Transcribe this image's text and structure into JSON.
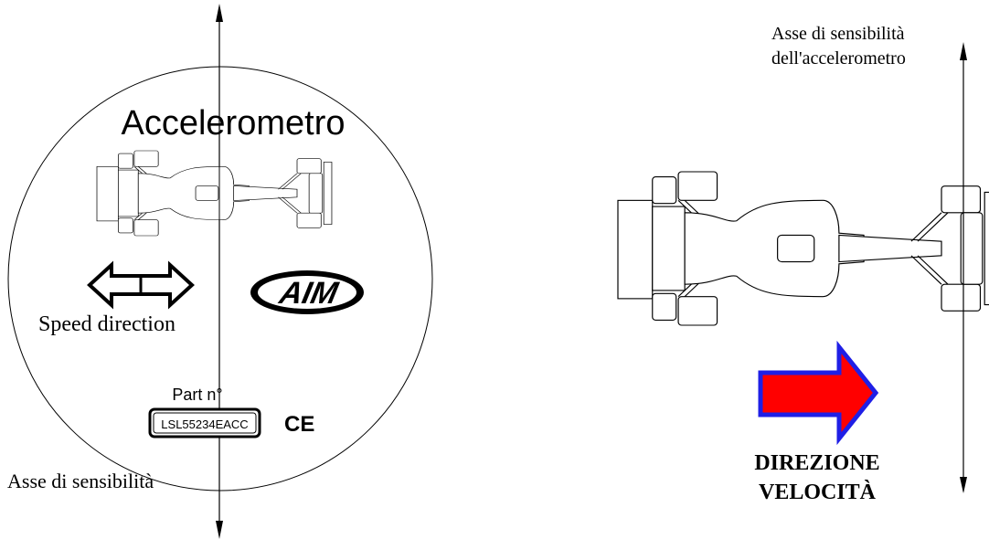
{
  "left_panel": {
    "title": "Accelerometro",
    "speed_label": "Speed direction",
    "part_label": "Part n°",
    "part_number": "LSL55234EACC",
    "ce_mark": "CE",
    "logo_text": "AIM",
    "axis_label": "Asse di sensibilità"
  },
  "right_panel": {
    "axis_label_line1": "Asse di sensibilità",
    "axis_label_line2": "dell'accelerometro",
    "direction_line1": "DIREZIONE",
    "direction_line2": "VELOCITÀ"
  },
  "colors": {
    "arrow_fill": "#ff0000",
    "arrow_outline": "#1f1fe6",
    "ink": "#000000"
  },
  "icons": {
    "speed_direction": "double-headed-arrow-icon",
    "car_small": "formula-car-top-view-icon",
    "car_large": "formula-car-top-view-icon",
    "velocity_arrow": "right-arrow-icon"
  }
}
